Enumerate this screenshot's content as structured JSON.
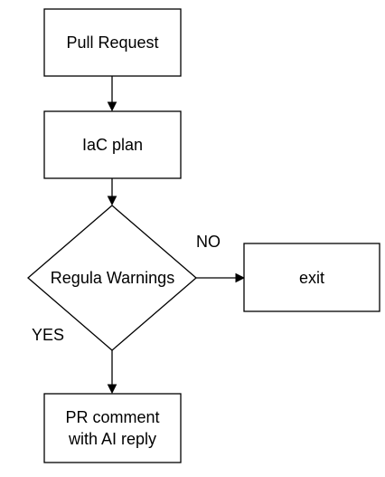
{
  "nodes": {
    "pull_request": "Pull Request",
    "iac_plan": "IaC plan",
    "regula_warnings": "Regula Warnings",
    "exit": "exit",
    "pr_comment_line1": "PR comment",
    "pr_comment_line2": "with AI reply"
  },
  "edges": {
    "no_label": "NO",
    "yes_label": "YES"
  },
  "colors": {
    "stroke": "#000000",
    "fill": "#ffffff"
  }
}
